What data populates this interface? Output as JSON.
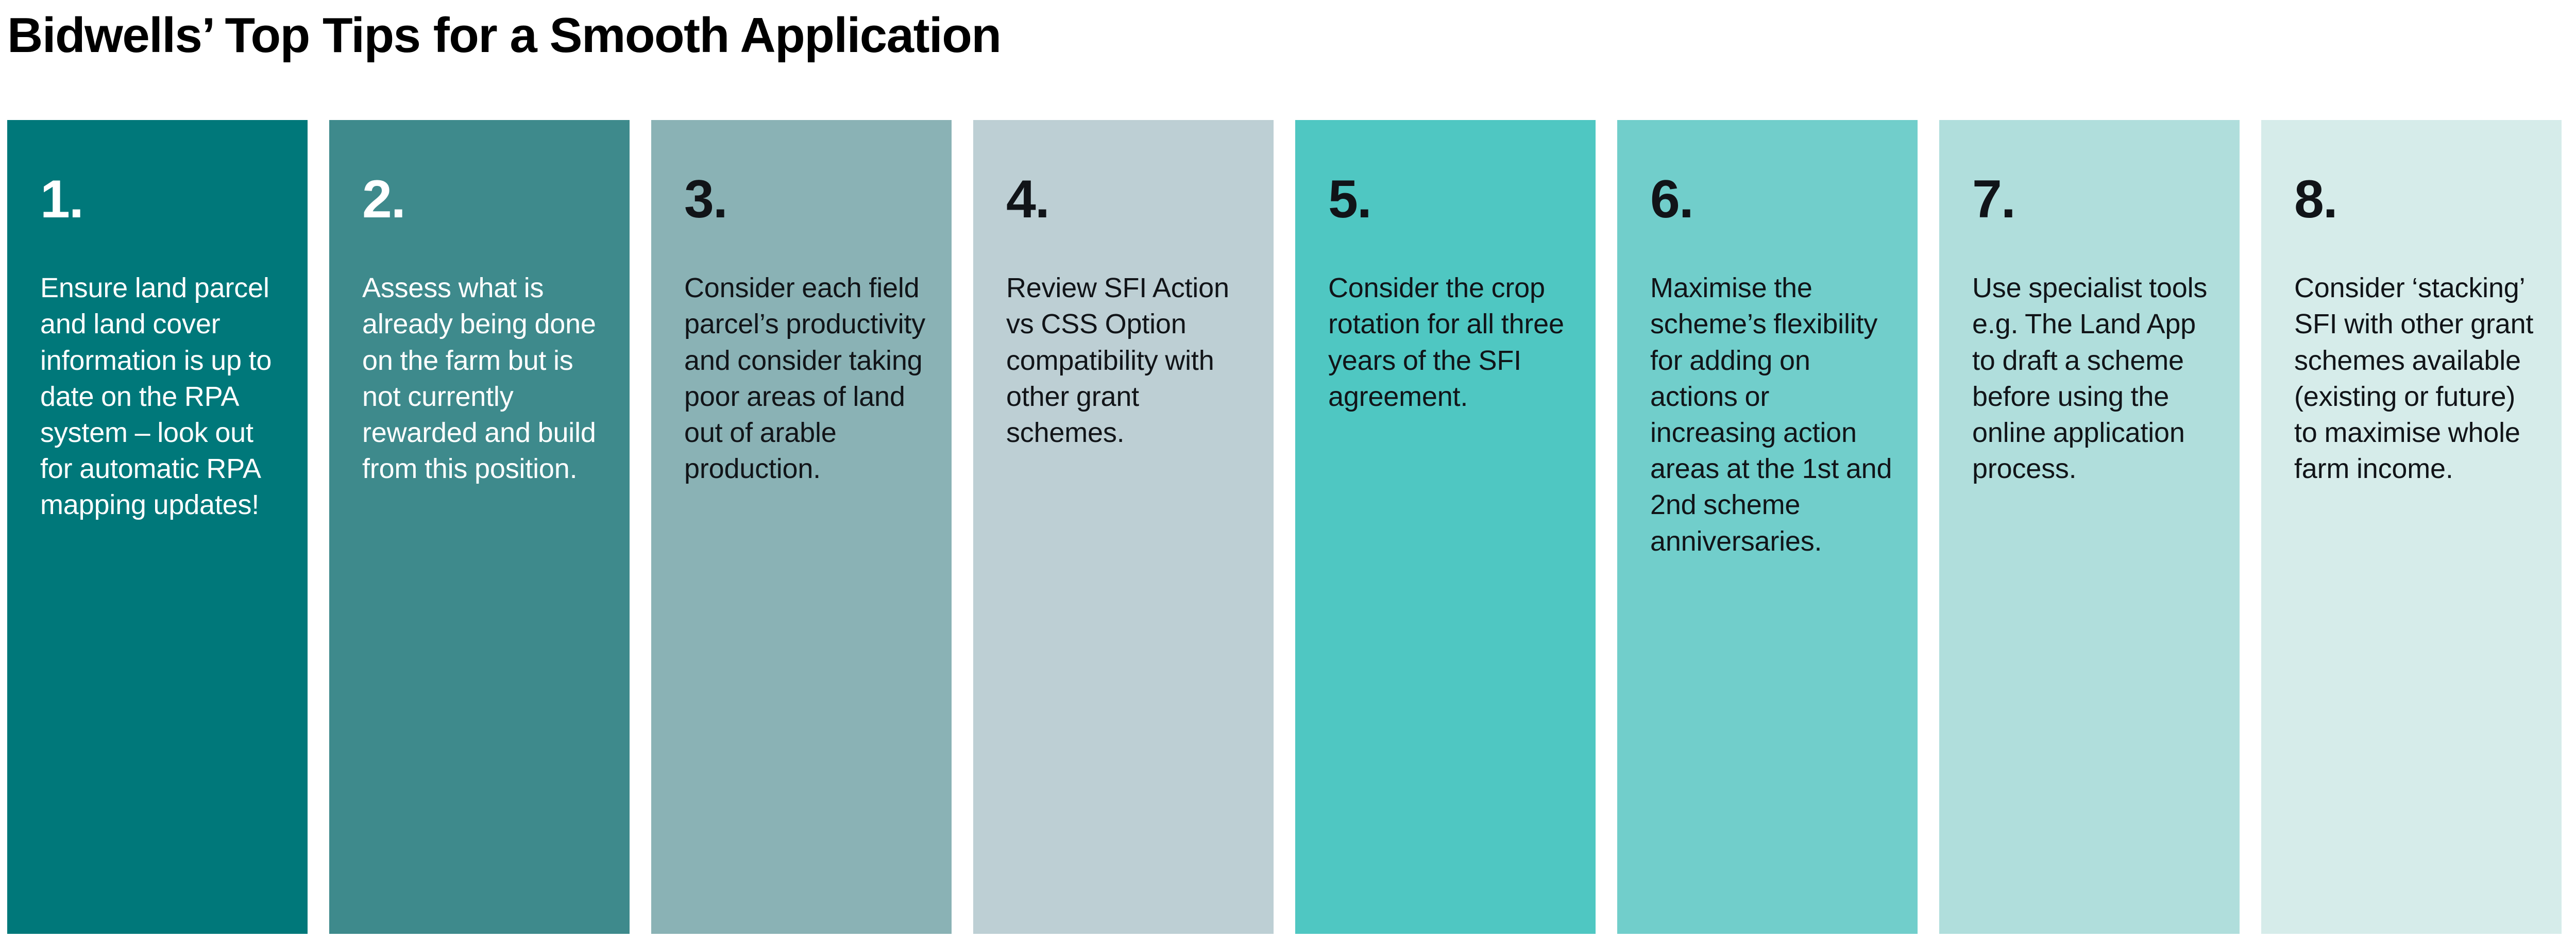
{
  "header": {
    "title": "Bidwells’ Top Tips for a Smooth Application"
  },
  "colors": {
    "page_background": "#ffffff",
    "title_text": "#000000",
    "light_text": "#ffffff",
    "dark_text": "#111418"
  },
  "cards": [
    {
      "number": "1.",
      "text": "Ensure land parcel and land cover information is up to date on the RPA system – look out for automatic RPA mapping updates!",
      "background": "#00787A",
      "text_tone": "light"
    },
    {
      "number": "2.",
      "text": "Assess what is already being done on the farm but is not currently rewarded and build from this position.",
      "background": "#3E8A8C",
      "text_tone": "light"
    },
    {
      "number": "3.",
      "text": "Consider each field parcel’s productivity and consider taking poor areas of land out of arable production.",
      "background": "#8AB2B5",
      "text_tone": "dark"
    },
    {
      "number": "4.",
      "text": "Review SFI Action vs CSS Option compatibility with other grant schemes.",
      "background": "#BDCFD4",
      "text_tone": "dark"
    },
    {
      "number": "5.",
      "text": "Consider the crop rotation for all three years of the SFI agreement.",
      "background": "#4FC7C2",
      "text_tone": "dark"
    },
    {
      "number": "6.",
      "text": "Maximise the scheme’s flexibility for adding on actions or increasing action areas at the 1st and 2nd scheme anniversaries.",
      "background": "#71CECB",
      "text_tone": "dark"
    },
    {
      "number": "7.",
      "text": "Use specialist tools e.g. The Land App to draft a scheme before using the online application process.",
      "background": "#B0DEDC",
      "text_tone": "dark"
    },
    {
      "number": "8.",
      "text": "Consider ‘stacking’ SFI with other grant schemes available (existing or future) to maximise whole farm income.",
      "background": "#D6ECEA",
      "text_tone": "dark"
    }
  ]
}
